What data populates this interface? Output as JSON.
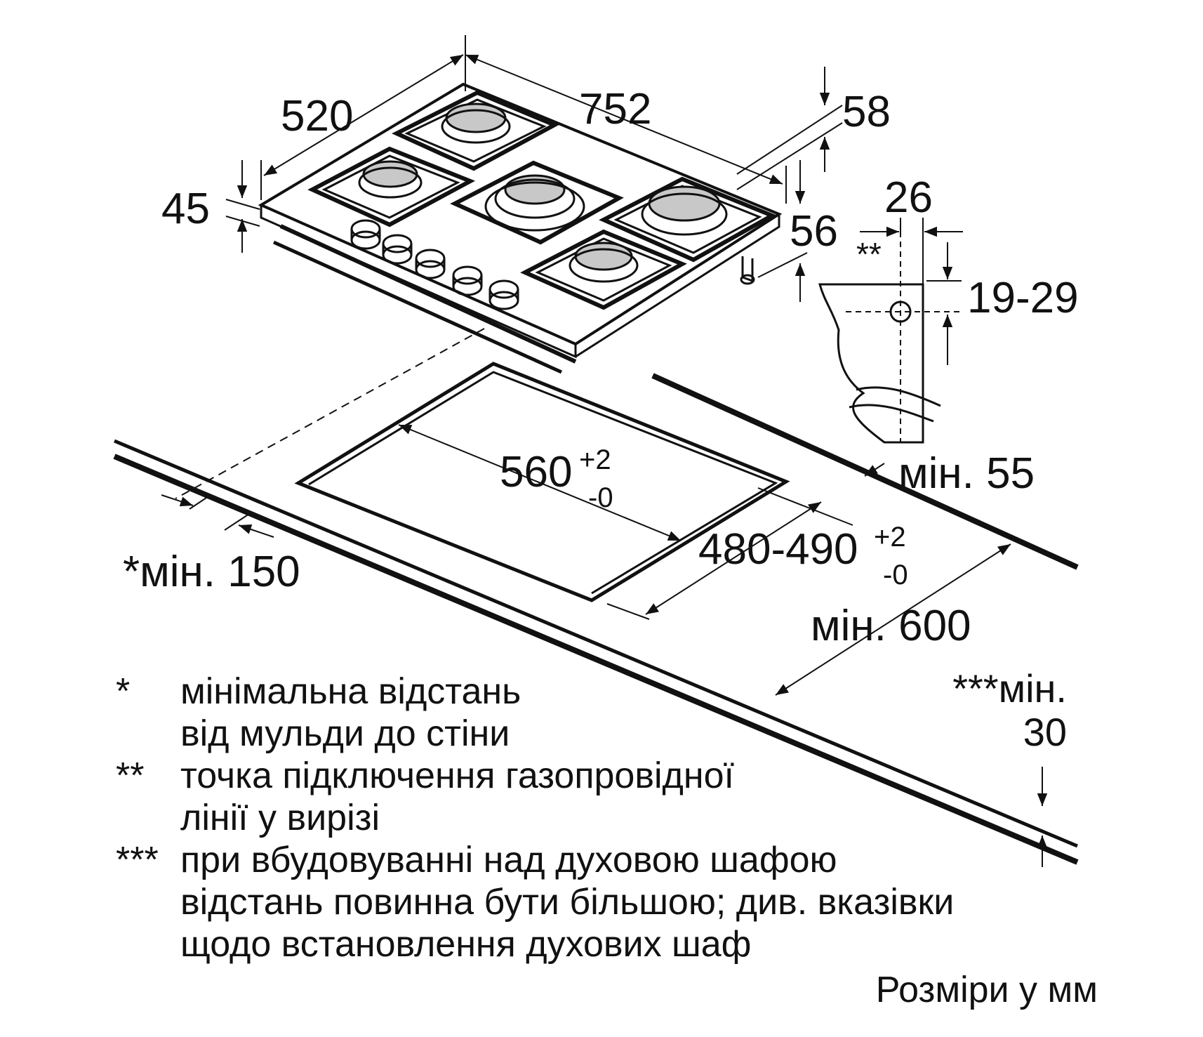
{
  "dimensions": {
    "width_752": "752",
    "depth_520": "520",
    "height_45": "45",
    "height_58": "58",
    "height_56": "56",
    "offset_26": "26",
    "range_19_29": "19-29",
    "gas_marker": "**",
    "cutout_width": "560",
    "cutout_width_tol_plus": "+2",
    "cutout_width_tol_minus": "-0",
    "cutout_depth": "480-490",
    "cutout_depth_tol_plus": "+2",
    "cutout_depth_tol_minus": "-0",
    "min_55": "мін. 55",
    "min_150": "*мін. 150",
    "min_600": "мін. 600",
    "min_30_label": "***мін.",
    "min_30_value": "30"
  },
  "notes": [
    {
      "key": "*",
      "lines": [
        "мінімальна відстань",
        "від мульди до стіни"
      ]
    },
    {
      "key": "**",
      "lines": [
        "точка підключення газопровідної",
        "лінії у вирізі"
      ]
    },
    {
      "key": "***",
      "lines": [
        "при вбудовуванні над духовою шафою",
        "відстань повинна бути більшою; див. вказівки",
        "щодо встановлення духових шаф"
      ]
    }
  ],
  "units_label": "Розміри у мм"
}
